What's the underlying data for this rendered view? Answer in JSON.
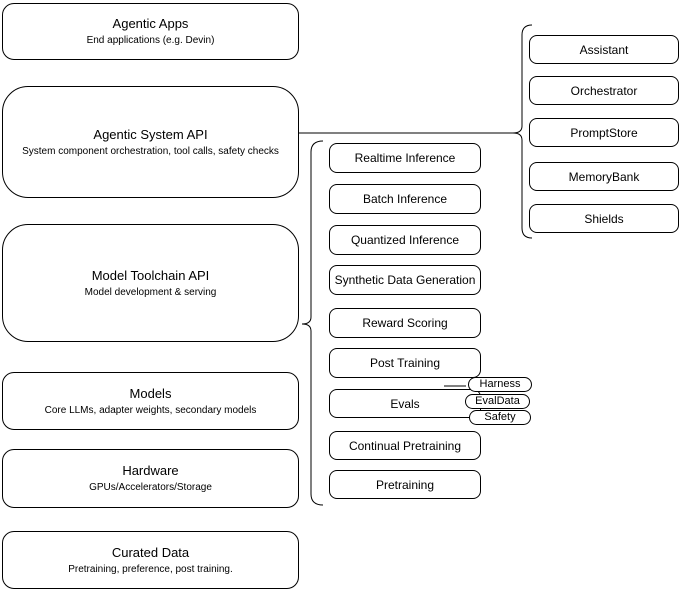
{
  "diagram": {
    "left_stack": [
      {
        "title": "Agentic Apps",
        "subtitle": "End applications (e.g. Devin)"
      },
      {
        "title": "Agentic System API",
        "subtitle": "System component orchestration, tool calls, safety checks"
      },
      {
        "title": "Model Toolchain API",
        "subtitle": "Model development & serving"
      },
      {
        "title": "Models",
        "subtitle": "Core LLMs, adapter weights, secondary models"
      },
      {
        "title": "Hardware",
        "subtitle": "GPUs/Accelerators/Storage"
      },
      {
        "title": "Curated Data",
        "subtitle": "Pretraining, preference, post training."
      }
    ],
    "toolchain_group": {
      "items": [
        "Realtime Inference",
        "Batch Inference",
        "Quantized Inference",
        "Synthetic Data Generation",
        "Reward Scoring",
        "Post Training",
        "Evals",
        "Continual Pretraining",
        "Pretraining"
      ]
    },
    "evals_badges": [
      "Harness",
      "EvalData",
      "Safety"
    ],
    "system_group": {
      "items": [
        "Assistant",
        "Orchestrator",
        "PromptStore",
        "MemoryBank",
        "Shields"
      ]
    },
    "colors": {
      "background": "#ffffff",
      "node_fill": "#ffffff",
      "node_border": "#000000",
      "line": "#000000"
    }
  }
}
